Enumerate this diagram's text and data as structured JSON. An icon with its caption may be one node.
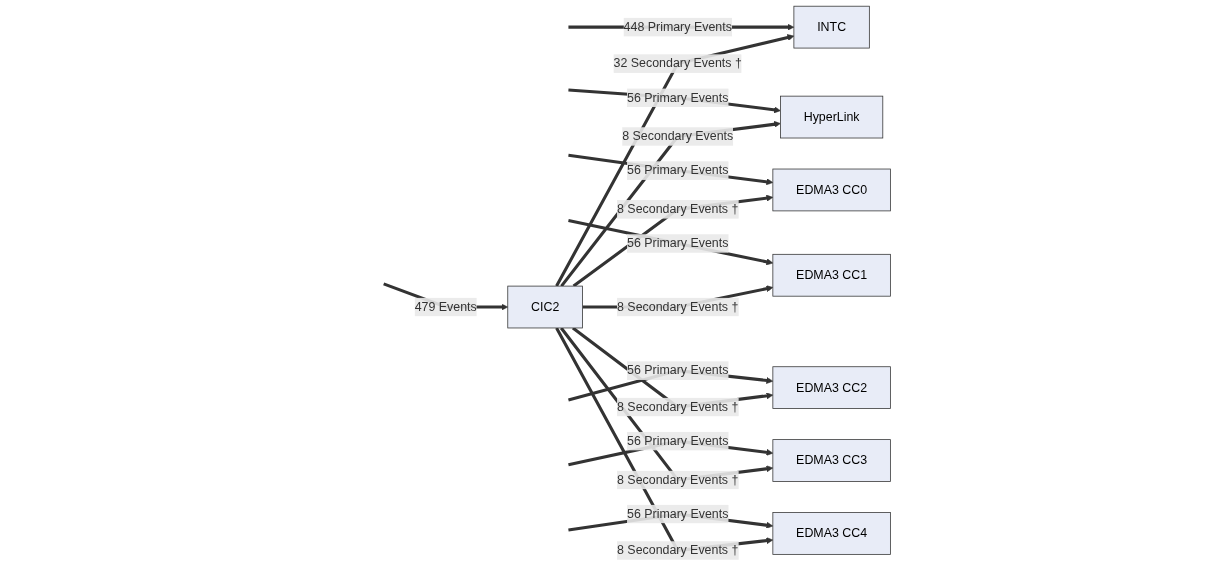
{
  "diagram": {
    "nodes": [
      {
        "text": [
          "CIC2"
        ]
      },
      {
        "text": [
          "INTC"
        ]
      },
      {
        "text": [
          "HyperLink"
        ]
      },
      {
        "text": [
          "EDMA3 CC0"
        ]
      },
      {
        "text": [
          "EDMA3 CC1"
        ]
      },
      {
        "text": [
          "EDMA3 CC2"
        ]
      },
      {
        "text": [
          "EDMA3 CC3"
        ]
      },
      {
        "text": [
          "EDMA3 CC4"
        ]
      }
    ],
    "edges": [
      {
        "from": null,
        "to": 0,
        "label": "479 Events",
        "arrow": "to"
      },
      {
        "from": null,
        "to": 1,
        "label": "448 Primary Events",
        "arrow": "to"
      },
      {
        "from": 0,
        "to": 1,
        "label": "32 Secondary Events †",
        "arrow": "to"
      },
      {
        "from": null,
        "to": 2,
        "label": "56 Primary Events",
        "arrow": "to"
      },
      {
        "from": 0,
        "to": 2,
        "label": "8 Secondary Events",
        "arrow": "to"
      },
      {
        "from": null,
        "to": 3,
        "label": "56 Primary Events",
        "arrow": "to"
      },
      {
        "from": 0,
        "to": 3,
        "label": "8 Secondary Events †",
        "arrow": "to"
      },
      {
        "from": null,
        "to": 4,
        "label": "56 Primary Events",
        "arrow": "to"
      },
      {
        "from": 0,
        "to": 4,
        "label": "8 Secondary Events †",
        "arrow": "to"
      },
      {
        "from": null,
        "to": 5,
        "label": "56 Primary Events",
        "arrow": "to"
      },
      {
        "from": 0,
        "to": 5,
        "label": "8 Secondary Events †",
        "arrow": "to"
      },
      {
        "from": null,
        "to": 6,
        "label": "56 Primary Events",
        "arrow": "to"
      },
      {
        "from": 0,
        "to": 6,
        "label": "8 Secondary Events †",
        "arrow": "to"
      },
      {
        "from": null,
        "to": 7,
        "label": "56 Primary Events",
        "arrow": "to"
      },
      {
        "from": 0,
        "to": 7,
        "label": "8 Secondary Events †",
        "arrow": "to"
      }
    ]
  }
}
